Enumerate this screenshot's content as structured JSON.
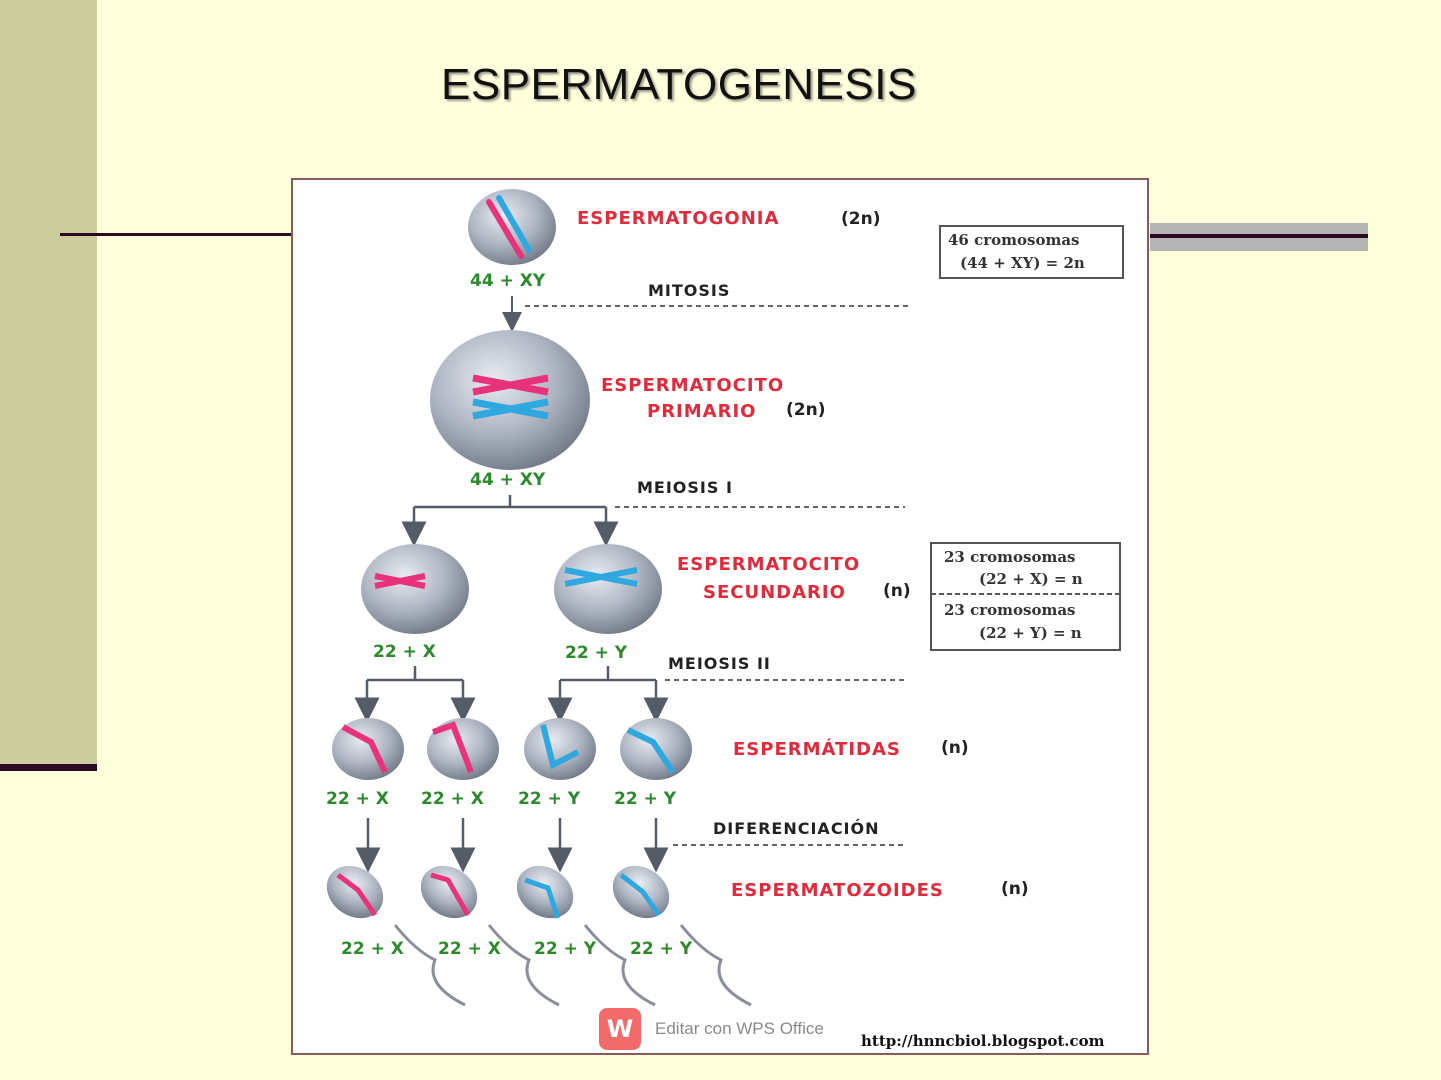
{
  "slide": {
    "title": "ESPERMATOGENESIS"
  },
  "diagram": {
    "stages": {
      "espermatogonia": "ESPERMATOGONIA",
      "espermatogonia_ploidy": "(2n)",
      "espermatocito_primario_1": "ESPERMATOCITO",
      "espermatocito_primario_2": "PRIMARIO",
      "espermatocito_primario_ploidy": "(2n)",
      "espermatocito_secundario_1": "ESPERMATOCITO",
      "espermatocito_secundario_2": "SECUNDARIO",
      "espermatocito_secundario_ploidy": "(n)",
      "espermatidas": "ESPERMÁTIDAS",
      "espermatidas_ploidy": "(n)",
      "espermatozoides": "ESPERMATOZOIDES",
      "espermatozoides_ploidy": "(n)"
    },
    "processes": {
      "mitosis": "MITOSIS",
      "meiosis1": "MEIOSIS  I",
      "meiosis2": "MEIOSIS  II",
      "diferenciacion": "DIFERENCIACIÓN"
    },
    "karyotypes": {
      "gonia": "44 + XY",
      "primario": "44 + XY",
      "sec_x": "22 + X",
      "sec_y": "22 + Y",
      "tid1": "22 + X",
      "tid2": "22 + X",
      "tid3": "22 + Y",
      "tid4": "22 + Y",
      "zoo1": "22 + X",
      "zoo2": "22 + X",
      "zoo3": "22 + Y",
      "zoo4": "22 + Y"
    },
    "boxes": {
      "box1_line1": "46 cromosomas",
      "box1_line2": "(44 + XY) = 2n",
      "box2_line1": "23 cromosomas",
      "box2_line2": "(22 + X) = n",
      "box3_line1": "23 cromosomas",
      "box3_line2": "(22 + Y) = n"
    },
    "source_url": "http://hnncbiol.blogspot.com",
    "colors": {
      "label_red": "#e12a3c",
      "karyotype_green": "#2c8a2c",
      "chromosome_pink": "#e8327a",
      "chromosome_blue": "#2fa8e0",
      "cell_gray": "#a9b0bd"
    }
  },
  "watermark": {
    "logo": "W",
    "text": "Editar con WPS Office"
  }
}
